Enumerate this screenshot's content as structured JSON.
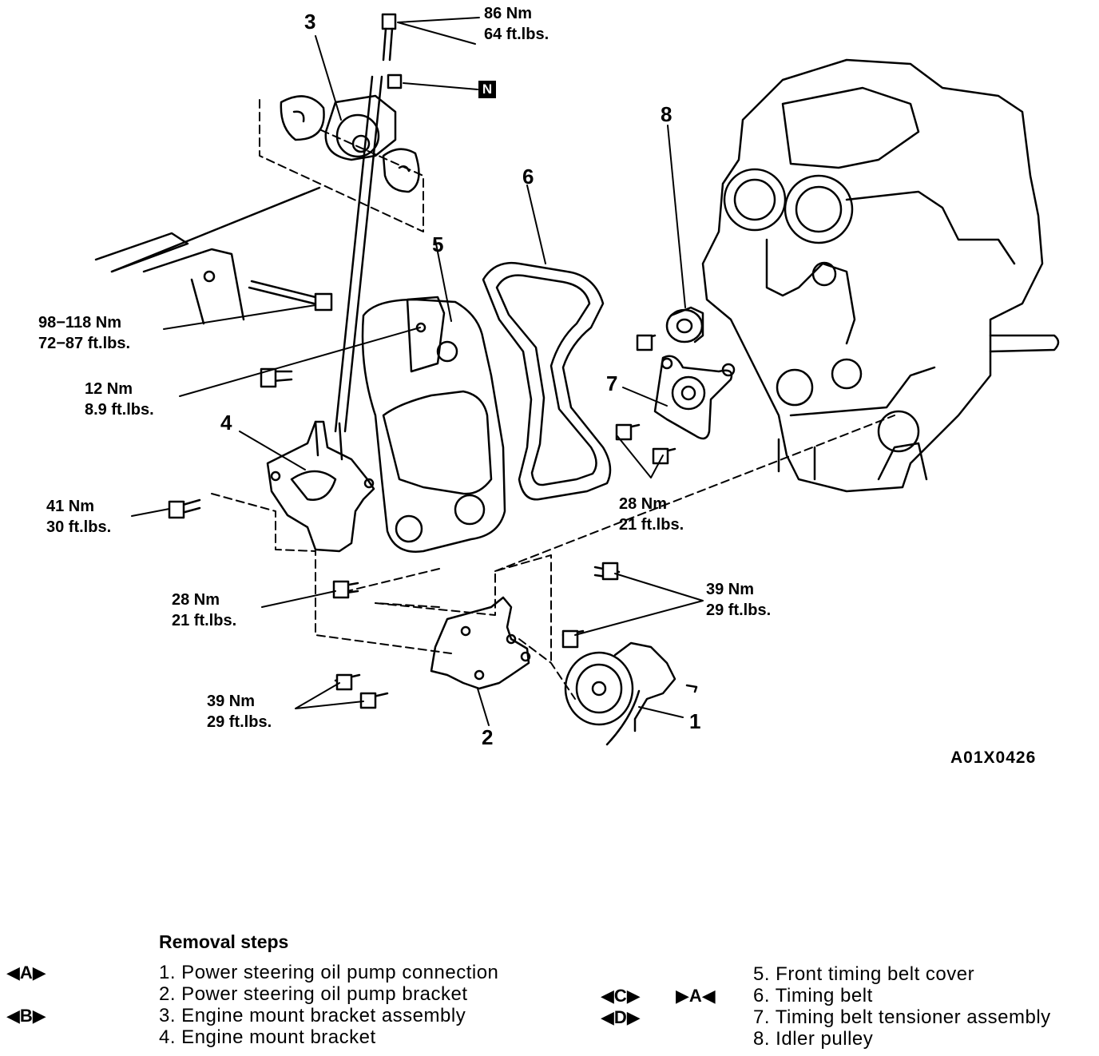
{
  "figure_id": "A01X0426",
  "n_marker": "N",
  "callouts": {
    "c1": "1",
    "c2": "2",
    "c3": "3",
    "c4": "4",
    "c5": "5",
    "c6": "6",
    "c7": "7",
    "c8": "8"
  },
  "torques": {
    "t86": [
      "86 Nm",
      "64 ft.lbs."
    ],
    "t98": [
      "98−118 Nm",
      "72−87 ft.lbs."
    ],
    "t12": [
      "12 Nm",
      "8.9 ft.lbs."
    ],
    "t41": [
      "41 Nm",
      "30 ft.lbs."
    ],
    "t28a": [
      "28 Nm",
      "21 ft.lbs."
    ],
    "t28b": [
      "28 Nm",
      "21 ft.lbs."
    ],
    "t39a": [
      "39 Nm",
      "29 ft.lbs."
    ],
    "t39b": [
      "39 Nm",
      "29 ft.lbs."
    ]
  },
  "removal": {
    "title": "Removal steps",
    "steps": [
      "1. Power steering oil pump connection",
      "2. Power steering oil pump bracket",
      "3. Engine mount bracket assembly",
      "4. Engine mount bracket",
      "5. Front timing belt cover",
      "6. Timing belt",
      "7. Timing belt tensioner assembly",
      "8. Idler pulley"
    ],
    "marks": {
      "A": "◀A▶",
      "B": "◀B▶",
      "C": "◀C▶",
      "A2": "▶A◀",
      "D": "◀D▶"
    }
  }
}
